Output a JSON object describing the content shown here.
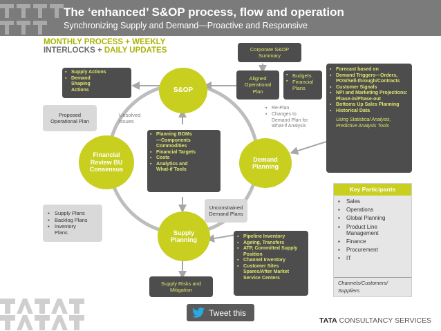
{
  "header": {
    "title": "The ‘enhanced’ S&OP process, flow and operation",
    "subtitle": "Synchronizing Supply and Demand—Proactive and Responsive"
  },
  "headings": {
    "line1": "MONTHLY PROCESS + WEEKLY",
    "line2_a": "INTERLOCKS + ",
    "line2_b": "DAILY UPDATES"
  },
  "nodes": {
    "sop": "S&OP",
    "financial_review": "Financial Review BU Consensus",
    "demand_planning": "Demand Planning",
    "supply_planning": "Supply Planning"
  },
  "sop_actions": [
    "Supply Actions",
    "Demand Shaping Actions"
  ],
  "proposed_plan": "Proposed Operational Plan",
  "unsolved_issues": "Unsolved Issues",
  "center_box": [
    "Planning BOMs—Components Commodities",
    "Financial Targets",
    "Costs",
    "Analytics and What-if Tools"
  ],
  "corporate_summary": "Corporate S&OP Summary",
  "aligned_plan": "Aligned Operational Plan",
  "budgets": [
    "Budgets",
    "Financial Plans"
  ],
  "replan": [
    "Re-Plan",
    "Changes to Demand Plan for What-if Analysis"
  ],
  "forecast_box": {
    "items": [
      "Forecast based on",
      "Demand Triggers—Orders, POS/Sell-through/Contracts",
      "Customer Signals",
      "NPI and Marketing Projections: Phase-in/Phase-out",
      "Bottoms Up Sales Planning",
      "Historical Data"
    ],
    "note": "Using Statistical Analysis, Predictive Analysis Tools"
  },
  "unconstrained": "Unconstrained Demand Plans",
  "supply_plans": [
    "Supply Plans",
    "Backlog Plans",
    "Inventory Plans"
  ],
  "pipeline_box": [
    "Pipeline Inventory",
    "Ageing, Transfers",
    "ATP, Committed Supply Position",
    "Channel Inventory",
    "Customer Sites Spares/After Market Service Centers"
  ],
  "supply_risks": "Supply Risks and Mitigation",
  "key_participants": {
    "title": "Key Participants",
    "items": [
      "Sales",
      "Operations",
      "Global Planning",
      "Product Line Management",
      "Finance",
      "Procurement",
      "IT"
    ],
    "footer": "Channels/Customers/ Suppliers"
  },
  "tweet_label": "Tweet this",
  "footer": {
    "brand_bold": "TATA",
    "brand_rest": " CONSULTANCY SERVICES"
  },
  "colors": {
    "accent": "#c8cf1e",
    "dark_box": "#4d4d4d",
    "header": "#7b7b7b"
  }
}
